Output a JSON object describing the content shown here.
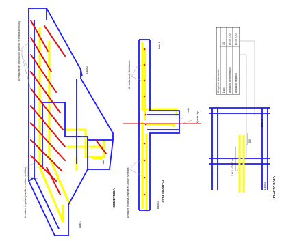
{
  "colors": {
    "concrete_outline": "#1a1aff",
    "distribution_bar": "#e01010",
    "main_bar": "#ffff00",
    "main_bar_edge": "#d8d000",
    "leader": "#9a9a9a",
    "axis_cut": "#e00000"
  },
  "isometric": {
    "title": "ISOMETRICA",
    "label_distribution": "Armaduras de distribución (parrilla en ambos sentidos)",
    "label_negative": "Armadura negativa (parrilla en ambos sentidos)",
    "lado_top": "Lado 2",
    "lado_mid": "Lado",
    "lado_bottom": "Lado 1"
  },
  "frontal": {
    "title": "VISTA FRONTAL",
    "label_distribution": "Armaduras de distribución",
    "label_negative": "Armadura negativa (parrilla en ambos sentidos)",
    "lado_top": "Lado 2",
    "lado_mid": "Lado",
    "lado_bottom": "Lado 1",
    "eje": "Eje de Viga"
  },
  "plan": {
    "title": "PLANTA BAJA",
    "lado_top": "Lado 2",
    "lado_bottom": "Lado 1",
    "dim_left": "3 Ø 8 c/ 0,20 cm",
    "dim_right": "Ø 8",
    "table": {
      "title": "Croquis de distribución",
      "headers": [
        "Lado",
        "Armadura de distribución",
        "Armadura negativa"
      ],
      "row": [
        "1/2",
        "Ø 8 c/ 0,20",
        "Ø 8 c/ 0,20"
      ]
    }
  }
}
